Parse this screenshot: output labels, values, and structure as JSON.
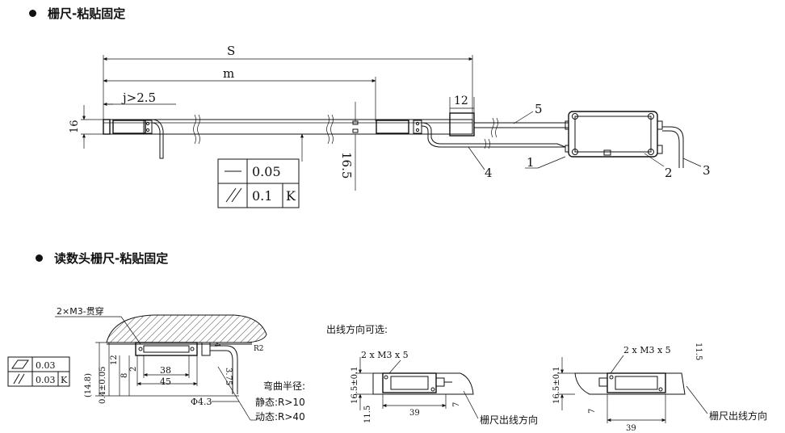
{
  "section1": {
    "title": "栅尺-粘贴固定",
    "dim_S": "S",
    "dim_m": "m",
    "dim_j": "j>2.5",
    "dim_12": "12",
    "dim_16": "16",
    "dim_16_5": "16.5",
    "tol_flat": "0.05",
    "tol_par": "0.1",
    "tol_ref": "K",
    "callouts": [
      "1",
      "2",
      "3",
      "4",
      "5"
    ]
  },
  "section2": {
    "title": "读数头栅尺-粘贴固定",
    "holes": "2×M3-贯穿",
    "tol_flat": "0.03",
    "tol_par": "0.03",
    "tol_ref": "K",
    "dim_14_8": "(14.8)",
    "dim_0_4": "0.4±0.05",
    "dim_12": "12",
    "dim_8": "8",
    "dim_2": "2",
    "dim_38": "38",
    "dim_45": "45",
    "dim_4": "4",
    "dim_r2": "R2",
    "dim_3_75": "3.75",
    "dim_phi": "Φ4.3",
    "bend_title": "弯曲半径:",
    "bend_static": "静态:R>10",
    "bend_dynamic": "动态:R>40",
    "exit_options": "出线方向可选:",
    "view_a": {
      "holes": "2 x M3 x 5",
      "dim_16_5": "16.5±0.1",
      "dim_11_5": "11.5",
      "dim_39": "39",
      "dim_7": "7",
      "label": "栅尺出线方向"
    },
    "view_b": {
      "holes": "2 x M3 x 5",
      "dim_16_5": "16.5±0.1",
      "dim_11_5": "11.5",
      "dim_39": "39",
      "dim_7": "7",
      "label": "栅尺出线方向"
    }
  }
}
